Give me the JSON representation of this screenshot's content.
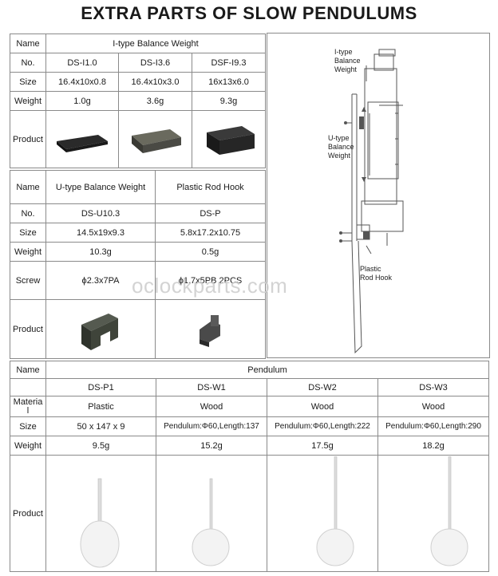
{
  "title": "EXTRA PARTS OF SLOW PENDULUMS",
  "watermark": "oclockparts.com",
  "table1": {
    "labels": {
      "name": "Name",
      "no": "No.",
      "size": "Size",
      "weight": "Weight",
      "product": "Product"
    },
    "name": "I-type Balance Weight",
    "items": [
      {
        "no": "DS-I1.0",
        "size": "16.4x10x0.8",
        "weight": "1.0g"
      },
      {
        "no": "DS-I3.6",
        "size": "16.4x10x3.0",
        "weight": "3.6g"
      },
      {
        "no": "DSF-I9.3",
        "size": "16x13x6.0",
        "weight": "9.3g"
      }
    ]
  },
  "table2": {
    "labels": {
      "name": "Name",
      "no": "No.",
      "size": "Size",
      "weight": "Weight",
      "screw": "Screw",
      "product": "Product"
    },
    "items": [
      {
        "name": "U-type Balance Weight",
        "no": "DS-U10.3",
        "size": "14.5x19x9.3",
        "weight": "10.3g",
        "screw": "ϕ2.3x7PA"
      },
      {
        "name": "Plastic Rod Hook",
        "no": "DS-P",
        "size": "5.8x17.2x10.75",
        "weight": "0.5g",
        "screw": "ϕ1.7x5PB 2PCS"
      }
    ]
  },
  "diagram": {
    "itype_label": "I-type\nBalance\nWeight",
    "utype_label": "U-type\nBalance\nWeight",
    "hook_label": "Plastic\nRod Hook"
  },
  "table3": {
    "labels": {
      "name": "Name",
      "material": "Materia\nl",
      "size": "Size",
      "weight": "Weight",
      "product": "Product"
    },
    "name": "Pendulum",
    "items": [
      {
        "no": "DS-P1",
        "material": "Plastic",
        "size": "50 x 147 x 9",
        "weight": "9.5g"
      },
      {
        "no": "DS-W1",
        "material": "Wood",
        "size": "Pendulum:Φ60,Length:137",
        "weight": "15.2g"
      },
      {
        "no": "DS-W2",
        "material": "Wood",
        "size": "Pendulum:Φ60,Length:222",
        "weight": "17.5g"
      },
      {
        "no": "DS-W3",
        "material": "Wood",
        "size": "Pendulum:Φ60,Length:290",
        "weight": "18.2g"
      }
    ]
  },
  "colors": {
    "border": "#8a8a8a",
    "weight_dark": "#2b2b2b",
    "disc": "#f2f2f2"
  }
}
